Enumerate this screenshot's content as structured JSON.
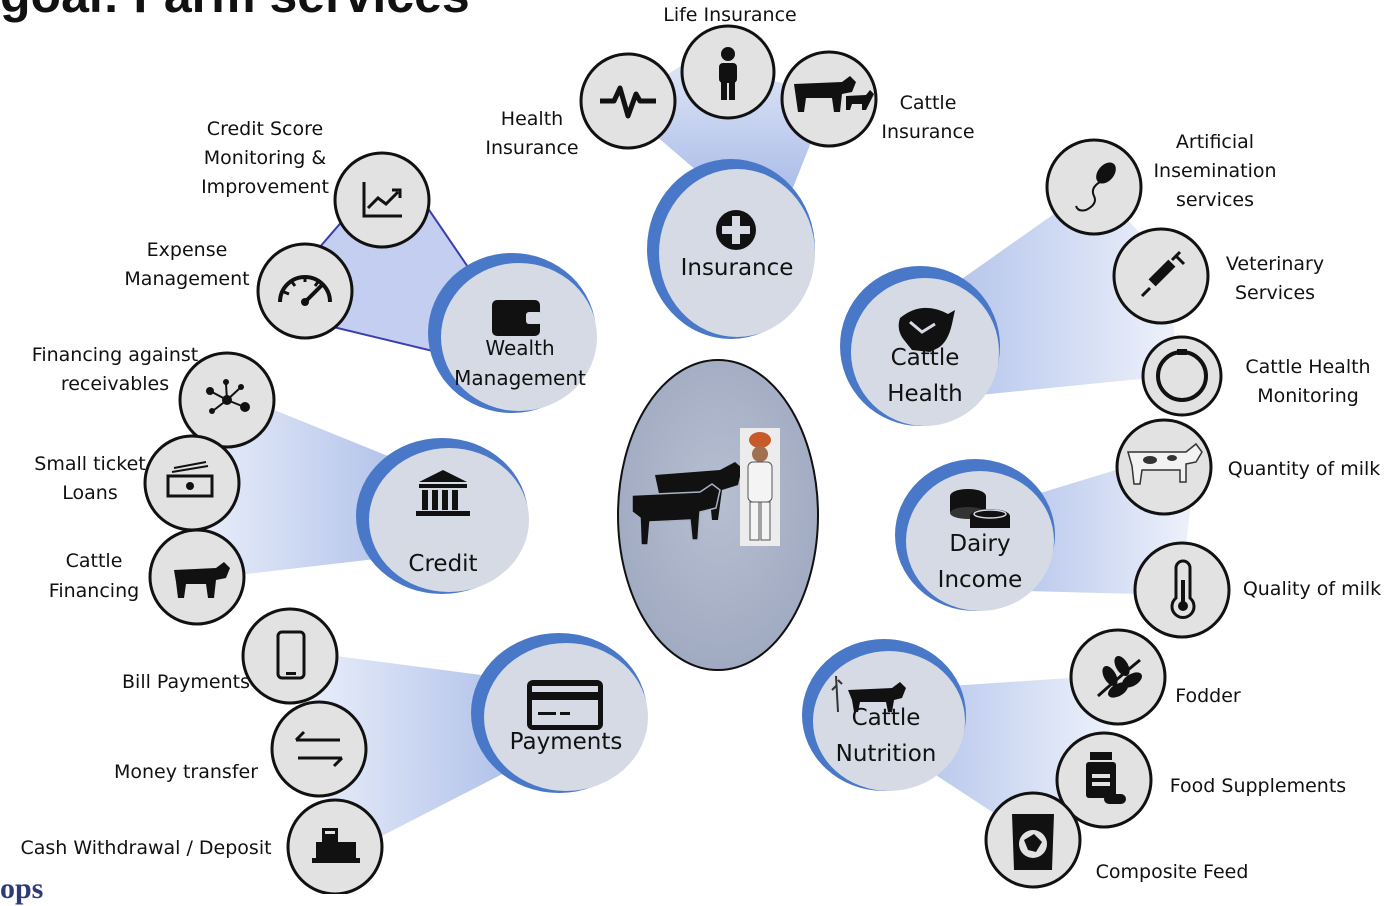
{
  "title": "goal: Farm services",
  "footer_fragment": "ops",
  "colors": {
    "hub_fill": "#d6dae5",
    "hub_rim": "#4a78c8",
    "icon_fill": "#e2e2e2",
    "icon_stroke": "#111111",
    "wedge": "#c9d5f0",
    "center_fill": "#a9b2c6"
  },
  "hubs": {
    "insurance": {
      "label": "Insurance",
      "icon": "medical-cross-icon"
    },
    "wealth": {
      "label_1": "Wealth",
      "label_2": "Management",
      "icon": "wallet-icon"
    },
    "credit": {
      "label": "Credit",
      "icon": "bank-icon"
    },
    "payments": {
      "label": "Payments",
      "icon": "credit-card-icon"
    },
    "cattle_health": {
      "label_1": "Cattle",
      "label_2": "Health",
      "icon": "cow-head-icon"
    },
    "dairy_income": {
      "label_1": "Dairy",
      "label_2": "Income",
      "icon": "coins-icon"
    },
    "cattle_nutrition": {
      "label_1": "Cattle",
      "label_2": "Nutrition",
      "icon": "cow-grain-icon"
    }
  },
  "center": {
    "icon": "farmer-with-cattle-icon"
  },
  "leaves": {
    "life_insurance": "Life Insurance",
    "health_insurance_1": "Health",
    "health_insurance_2": "Insurance",
    "cattle_insurance_1": "Cattle",
    "cattle_insurance_2": "Insurance",
    "credit_score_1": "Credit Score",
    "credit_score_2": "Monitoring &",
    "credit_score_3": "Improvement",
    "expense_1": "Expense",
    "expense_2": "Management",
    "fin_recv_1": "Financing against",
    "fin_recv_2": "receivables",
    "small_loans_1": "Small ticket",
    "small_loans_2": "Loans",
    "cattle_fin_1": "Cattle",
    "cattle_fin_2": "Financing",
    "bill_payments": "Bill  Payments",
    "money_transfer": "Money transfer",
    "cash": "Cash Withdrawal / Deposit",
    "ai_1": "Artificial",
    "ai_2": "Insemination",
    "ai_3": "services",
    "vet_1": "Veterinary",
    "vet_2": "Services",
    "chm_1": "Cattle Health",
    "chm_2": "Monitoring",
    "qty_milk": "Quantity of milk",
    "qual_milk": "Quality  of milk",
    "fodder": "Fodder",
    "supplements": "Food Supplements",
    "composite": "Composite  Feed"
  }
}
